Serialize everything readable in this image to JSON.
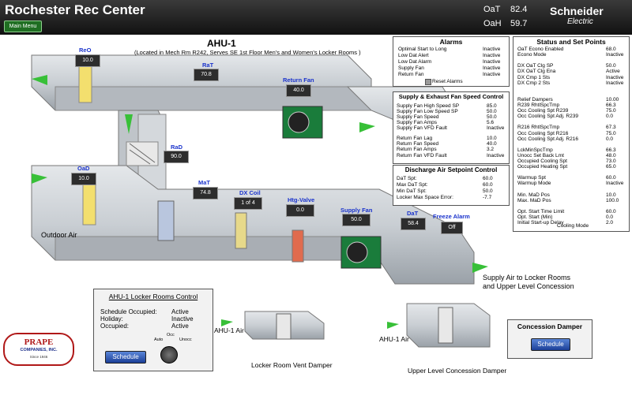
{
  "header": {
    "title": "Rochester Rec Center",
    "main_menu": "Main Menu",
    "oat_label": "OaT",
    "oat_value": "82.4",
    "oah_label": "OaH",
    "oah_value": "59.7",
    "brand": "Schneider",
    "brand2": "Electric"
  },
  "ahu": {
    "title": "AHU-1",
    "subtitle": "(Located in Mech Rm R242, Serves SE 1st Floor Men's and Women's Locker Rooms )"
  },
  "sensors": {
    "reo": {
      "label": "ReO",
      "value": "10.0"
    },
    "rat": {
      "label": "RaT",
      "value": "70.8"
    },
    "return_fan": {
      "label": "Return Fan",
      "value": "40.0"
    },
    "rad": {
      "label": "RaD",
      "value": "90.0"
    },
    "oad": {
      "label": "OaD",
      "value": "10.0"
    },
    "mat": {
      "label": "MaT",
      "value": "74.8"
    },
    "dx_coil": {
      "label": "DX Coil",
      "value": "1 of 4"
    },
    "htg_valve": {
      "label": "Htg-Valve",
      "value": "0.0"
    },
    "supply_fan": {
      "label": "Supply Fan",
      "value": "50.0"
    },
    "dat": {
      "label": "DaT",
      "value": "58.4"
    },
    "freeze": {
      "label": "Freeze Alarm",
      "value": "Off"
    }
  },
  "labels": {
    "outdoor_air": "Outdoor Air",
    "supply_air_1": "Supply Air to Locker Rooms",
    "supply_air_2": "and Upper Level Concession"
  },
  "alarms": {
    "title": "Alarms",
    "rows": [
      [
        "Optimal Start to Long",
        "Inactive"
      ],
      [
        "Low Dat Alert",
        "Inactive"
      ],
      [
        "Low Dat Alarm",
        "Inactive"
      ],
      [
        "Supply Fan",
        "Inactive"
      ],
      [
        "Return Fan",
        "Inactive"
      ]
    ],
    "reset": "Reset Alarms"
  },
  "fan_speed": {
    "title": "Supply & Exhaust Fan Speed Control",
    "rows": [
      [
        "Supply Fan High Speed SP",
        "85.0"
      ],
      [
        "Supply Fan Low Speed SP",
        "50.0"
      ],
      [
        "Supply Fan Speed",
        "50.0"
      ],
      [
        "Supply Fan Amps",
        "5.6"
      ],
      [
        "Supply Fan VFD Fault",
        "Inactive"
      ],
      [
        "",
        ""
      ],
      [
        "Return Fan Lag",
        "10.0"
      ],
      [
        "Return Fan Speed",
        "40.0"
      ],
      [
        "Return Fan Amps",
        "3.2"
      ],
      [
        "Return Fan VFD Fault",
        "Inactive"
      ]
    ]
  },
  "discharge": {
    "title": "Discharge Air Setpoint Control",
    "rows": [
      [
        "DaT Spt:",
        "60.0"
      ],
      [
        "Max DaT Spt:",
        "60.0"
      ],
      [
        "Min DaT Spt:",
        "50.0"
      ],
      [
        "Locker Max Space Error:",
        "-7.7"
      ]
    ]
  },
  "status": {
    "title": "Status and Set Points",
    "rows": [
      [
        "OaT Econo Enabled",
        "68.0"
      ],
      [
        "Econo Mode",
        "Inactive"
      ],
      [
        "",
        ""
      ],
      [
        "DX OaT Clg SP",
        "50.0"
      ],
      [
        "DX OaT Clg Ena",
        "Active"
      ],
      [
        "DX Cmp 1 Sts",
        "Inactive"
      ],
      [
        "DX Cmp 2 Sts",
        "Inactive"
      ],
      [
        "",
        ""
      ],
      [
        "",
        ""
      ],
      [
        "Relief Dampers",
        "10.00"
      ],
      [
        "R239 RhtlSpcTmp",
        "66.3"
      ],
      [
        "Occ Cooling Spt R239",
        "75.0"
      ],
      [
        "Occ Cooling Spt Adj. R239",
        "0.0"
      ],
      [
        "",
        ""
      ],
      [
        "R216 RhtlSpcTmp",
        "67.3"
      ],
      [
        "Occ Cooling Spt R216",
        "75.0"
      ],
      [
        "Occ Cooling Spt Adj. R216",
        "0.0"
      ],
      [
        "",
        ""
      ],
      [
        "LckMinSpcTmp",
        "66.3"
      ],
      [
        "Unocc Set Back Lmt",
        "48.0"
      ],
      [
        "Occupied Cooling Spt",
        "73.0"
      ],
      [
        "Occupied Heating Spt",
        "65.0"
      ],
      [
        "",
        ""
      ],
      [
        "Warmup Spt",
        "60.0"
      ],
      [
        "Warmup Mode",
        "Inactive"
      ],
      [
        "",
        ""
      ],
      [
        "Min. MaD Pos",
        "10.0"
      ],
      [
        "Max. MaD Pos",
        "100.0"
      ],
      [
        "",
        ""
      ],
      [
        "Opt. Start Time Limit",
        "60.0"
      ],
      [
        "Opt. Start (Min)",
        "0.0"
      ],
      [
        "Initial Start-up Delay",
        "2.0"
      ]
    ],
    "footer": "Cooling Mode"
  },
  "locker": {
    "title": "AHU-1 Locker Rooms Control",
    "rows": [
      [
        "Schedule Occupied:",
        "Active"
      ],
      [
        "Holiday:",
        "Inactive"
      ],
      [
        "Occupied:",
        "Active"
      ]
    ],
    "schedule": "Schedule",
    "auto": "Auto",
    "occ": "Occ",
    "unocc": "Unocc"
  },
  "dampers": {
    "ahu_air": "AHU-1 Air",
    "locker_vent": "Locker Room Vent Damper",
    "ahu_air2": "AHU-1 Air",
    "concession": "Upper Level Concession Damper"
  },
  "concession_box": {
    "title": "Concession Damper",
    "schedule": "Schedule"
  },
  "logo": {
    "line1": "PRAPE",
    "line2": "COMPANIES, INC.",
    "line3": "Since 1946"
  }
}
